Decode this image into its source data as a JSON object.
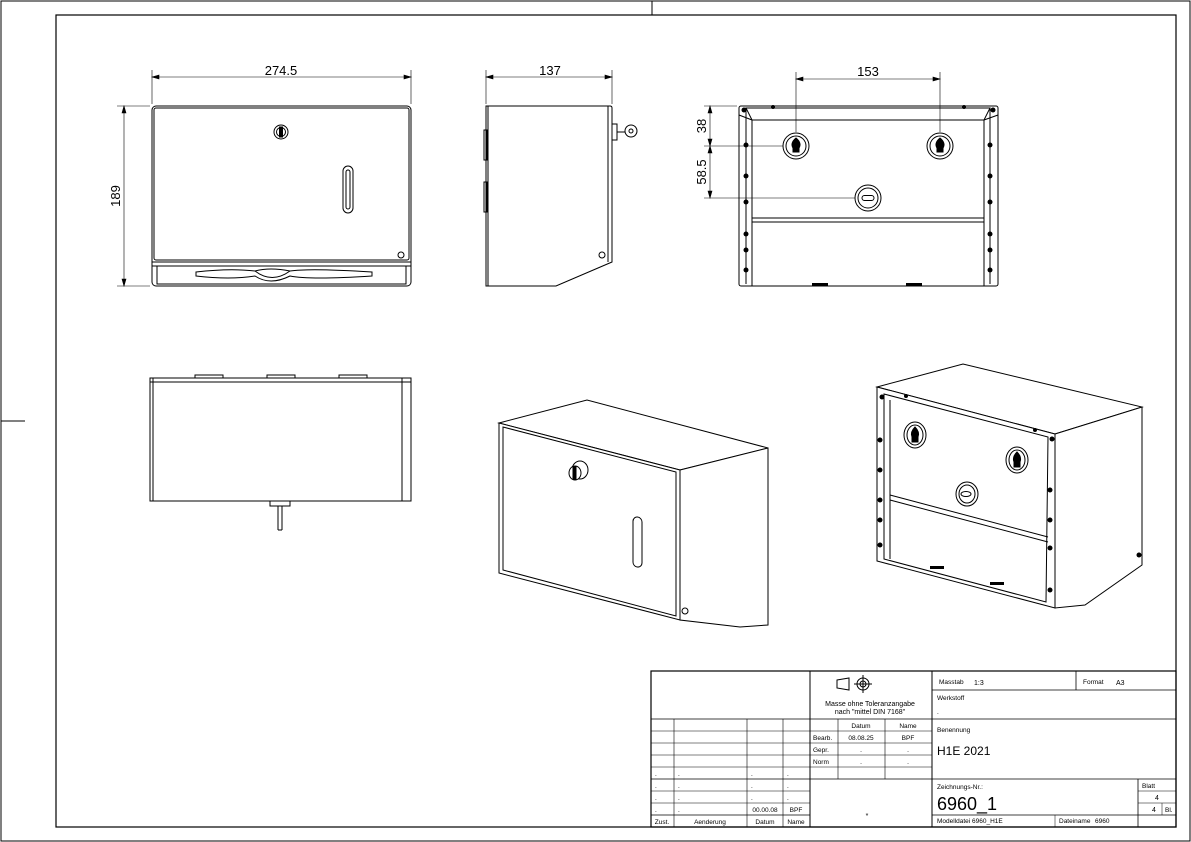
{
  "dimensions": {
    "front_width": "274.5",
    "front_height": "189",
    "side_depth": "137",
    "back_hole_spacing": "153",
    "back_top_offset": "38",
    "back_vertical_spacing": "58.5"
  },
  "title_block": {
    "scale_label": "Masstab",
    "scale_value": "1:3",
    "format_label": "Format",
    "format_value": "A3",
    "material_label": "Werkstoff",
    "material_value": ".",
    "tolerance_note_line1": "Masse ohne Toleranzangabe",
    "tolerance_note_line2": "nach \"mittel DIN 7168\"",
    "name_label": "Benennung",
    "name_value": "H1E 2021",
    "drawing_number_label": "Zeichnungs-Nr.:",
    "drawing_number_value": "6960_1",
    "sheet_label": "Blatt",
    "sheet_value": "4",
    "sheets_total_value": "4",
    "sheets_total_unit": "Bl.",
    "model_file_label": "Modelldatei",
    "model_file_value": "6960_H1E",
    "data_name_label": "Dateiname",
    "data_name_value": "6960",
    "col_date": "Datum",
    "col_name": "Name",
    "row_bearb": "Bearb.",
    "row_gepr": "Gepr.",
    "row_norm": "Norm",
    "bearb_date": "08.08.25",
    "bearb_name": "BPF",
    "gepr_date": ".",
    "gepr_name": ".",
    "norm_date": ".",
    "norm_name": ".",
    "rev_col_zust": "Zust.",
    "rev_col_aenderung": "Aenderung",
    "rev_col_datum": "Datum",
    "rev_col_name": "Name",
    "rev_dot": ".",
    "rev_last_date": "00.00.08",
    "rev_last_name": "BPF",
    "star": "*"
  }
}
